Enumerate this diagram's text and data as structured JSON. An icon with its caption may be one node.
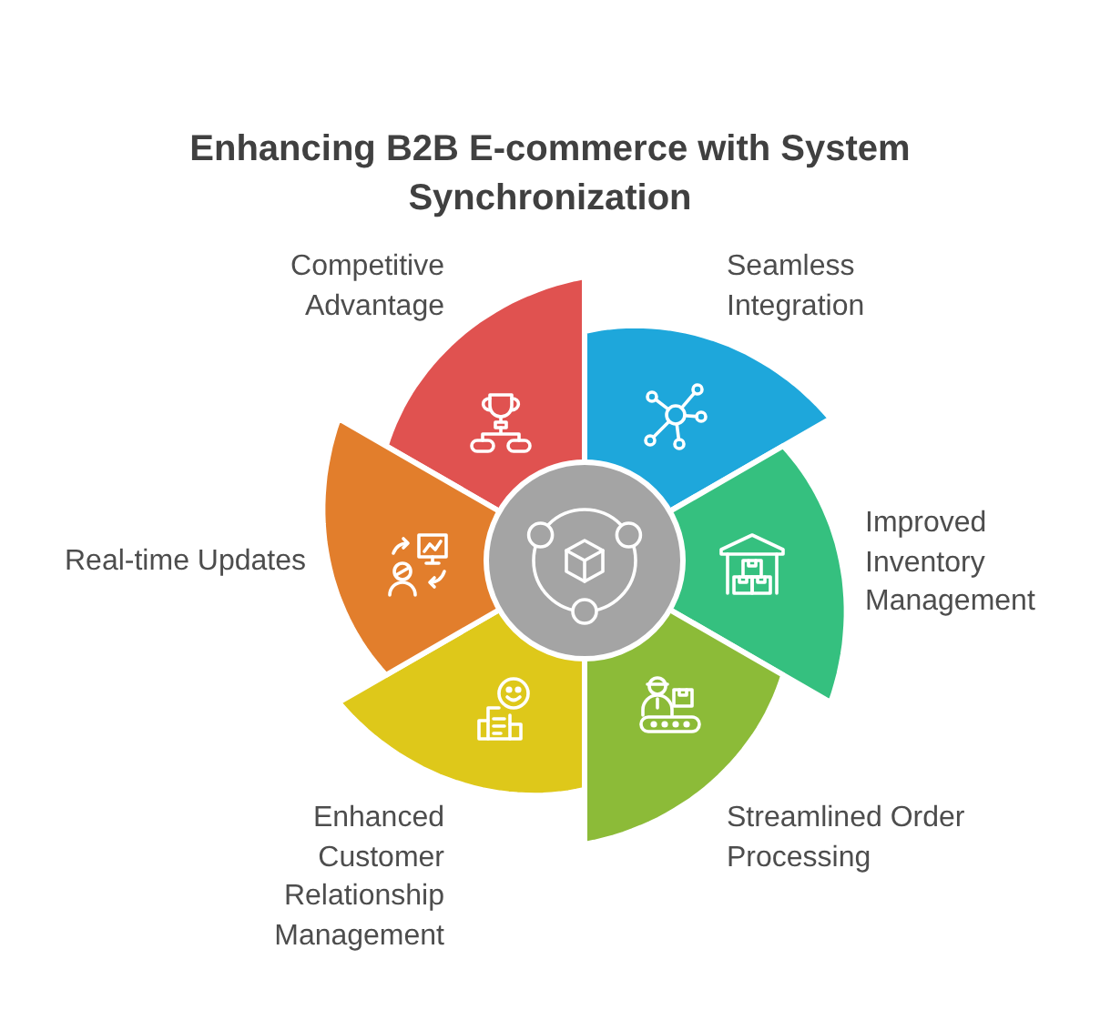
{
  "diagram": {
    "title": "Enhancing B2B E-commerce with System Synchronization",
    "nodes": [
      {
        "text": [
          "Competitive Advantage"
        ]
      },
      {
        "text": [
          "Seamless Integration"
        ]
      },
      {
        "text": [
          "Improved Inventory Management"
        ]
      },
      {
        "text": [
          "Streamlined Order Processing"
        ]
      },
      {
        "text": [
          "Enhanced Customer Relationship Management"
        ]
      },
      {
        "text": [
          "Real-time Updates"
        ]
      },
      {
        "text": [],
        "shape": "circle"
      }
    ]
  }
}
